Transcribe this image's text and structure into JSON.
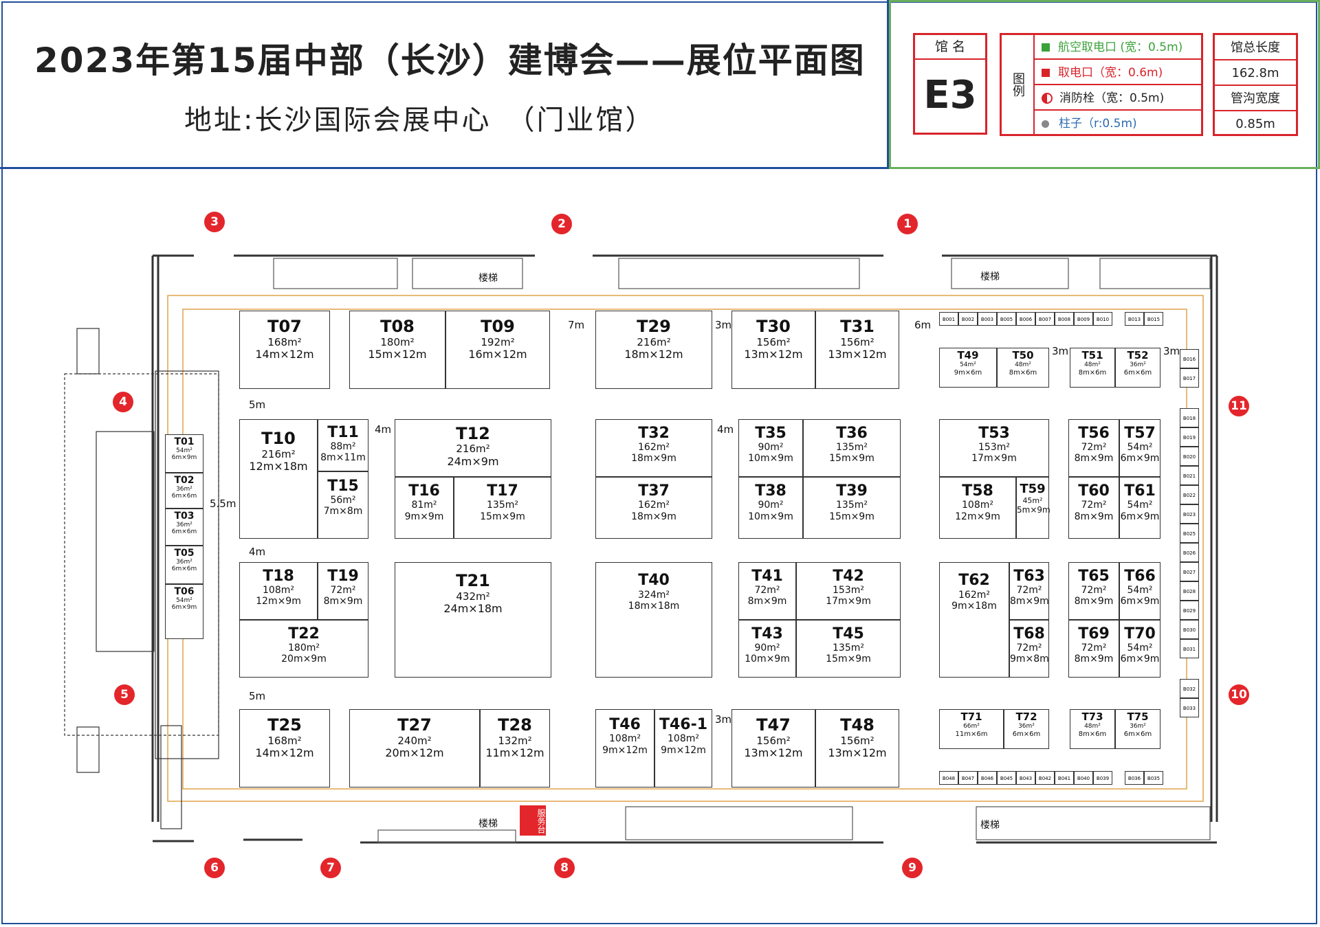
{
  "header": {
    "title": "2023年第15届中部（长沙）建博会——展位平面图",
    "address": "地址:长沙国际会展中心　（门业馆）",
    "hall_label": "馆  名",
    "hall_code": "E3",
    "legend_title": "图例",
    "legend": [
      {
        "icon": "green-square-icon",
        "text": "航空取电口 (宽：0.5m)",
        "color": "#3aa23a"
      },
      {
        "icon": "red-square-icon",
        "text": "取电口（宽：0.6m)",
        "color": "#d8232a"
      },
      {
        "icon": "hydrant-icon",
        "text": "消防栓（宽：0.5m)",
        "color": "#222222"
      },
      {
        "icon": "pillar-icon",
        "text": "柱子（r:0.5m)",
        "color": "#2b6cb0"
      }
    ],
    "stats": [
      {
        "label": "馆总长度",
        "value": "162.8m"
      },
      {
        "label": "管沟宽度",
        "value": "0.85m"
      }
    ]
  },
  "booths": [
    {
      "id": "T07",
      "area": "168m²",
      "dims": "14m×12m"
    },
    {
      "id": "T08",
      "area": "180m²",
      "dims": "15m×12m"
    },
    {
      "id": "T09",
      "area": "192m²",
      "dims": "16m×12m"
    },
    {
      "id": "T29",
      "area": "216m²",
      "dims": "18m×12m"
    },
    {
      "id": "T30",
      "area": "156m²",
      "dims": "13m×12m"
    },
    {
      "id": "T31",
      "area": "156m²",
      "dims": "13m×12m"
    },
    {
      "id": "T49",
      "area": "54m²",
      "dims": "9m×6m"
    },
    {
      "id": "T50",
      "area": "48m²",
      "dims": "8m×6m"
    },
    {
      "id": "T51",
      "area": "48m²",
      "dims": "8m×6m"
    },
    {
      "id": "T52",
      "area": "36m²",
      "dims": "6m×6m"
    },
    {
      "id": "T01",
      "area": "54m²",
      "dims": "6m×9m"
    },
    {
      "id": "T02",
      "area": "36m²",
      "dims": "6m×6m"
    },
    {
      "id": "T03",
      "area": "36m²",
      "dims": "6m×6m"
    },
    {
      "id": "T05",
      "area": "36m²",
      "dims": "6m×6m"
    },
    {
      "id": "T06",
      "area": "54m²",
      "dims": "6m×9m"
    },
    {
      "id": "T10",
      "area": "216m²",
      "dims": "12m×18m"
    },
    {
      "id": "T11",
      "area": "88m²",
      "dims": "8m×11m"
    },
    {
      "id": "T15",
      "area": "56m²",
      "dims": "7m×8m"
    },
    {
      "id": "T12",
      "area": "216m²",
      "dims": "24m×9m"
    },
    {
      "id": "T16",
      "area": "81m²",
      "dims": "9m×9m"
    },
    {
      "id": "T17",
      "area": "135m²",
      "dims": "15m×9m"
    },
    {
      "id": "T32",
      "area": "162m²",
      "dims": "18m×9m"
    },
    {
      "id": "T37",
      "area": "162m²",
      "dims": "18m×9m"
    },
    {
      "id": "T35",
      "area": "90m²",
      "dims": "10m×9m"
    },
    {
      "id": "T36",
      "area": "135m²",
      "dims": "15m×9m"
    },
    {
      "id": "T38",
      "area": "90m²",
      "dims": "10m×9m"
    },
    {
      "id": "T39",
      "area": "135m²",
      "dims": "15m×9m"
    },
    {
      "id": "T53",
      "area": "153m²",
      "dims": "17m×9m"
    },
    {
      "id": "T58",
      "area": "108m²",
      "dims": "12m×9m"
    },
    {
      "id": "T59",
      "area": "45m²",
      "dims": "5m×9m"
    },
    {
      "id": "T56",
      "area": "72m²",
      "dims": "8m×9m"
    },
    {
      "id": "T57",
      "area": "54m²",
      "dims": "6m×9m"
    },
    {
      "id": "T60",
      "area": "72m²",
      "dims": "8m×9m"
    },
    {
      "id": "T61",
      "area": "54m²",
      "dims": "6m×9m"
    },
    {
      "id": "T18",
      "area": "108m²",
      "dims": "12m×9m"
    },
    {
      "id": "T19",
      "area": "72m²",
      "dims": "8m×9m"
    },
    {
      "id": "T22",
      "area": "180m²",
      "dims": "20m×9m"
    },
    {
      "id": "T21",
      "area": "432m²",
      "dims": "24m×18m"
    },
    {
      "id": "T40",
      "area": "324m²",
      "dims": "18m×18m"
    },
    {
      "id": "T41",
      "area": "72m²",
      "dims": "8m×9m"
    },
    {
      "id": "T42",
      "area": "153m²",
      "dims": "17m×9m"
    },
    {
      "id": "T43",
      "area": "90m²",
      "dims": "10m×9m"
    },
    {
      "id": "T45",
      "area": "135m²",
      "dims": "15m×9m"
    },
    {
      "id": "T62",
      "area": "162m²",
      "dims": "9m×18m"
    },
    {
      "id": "T63",
      "area": "72m²",
      "dims": "8m×9m"
    },
    {
      "id": "T68",
      "area": "72m²",
      "dims": "9m×8m"
    },
    {
      "id": "T65",
      "area": "72m²",
      "dims": "8m×9m"
    },
    {
      "id": "T66",
      "area": "54m²",
      "dims": "6m×9m"
    },
    {
      "id": "T69",
      "area": "72m²",
      "dims": "8m×9m"
    },
    {
      "id": "T70",
      "area": "54m²",
      "dims": "6m×9m"
    },
    {
      "id": "T25",
      "area": "168m²",
      "dims": "14m×12m"
    },
    {
      "id": "T27",
      "area": "240m²",
      "dims": "20m×12m"
    },
    {
      "id": "T28",
      "area": "132m²",
      "dims": "11m×12m"
    },
    {
      "id": "T46",
      "area": "108m²",
      "dims": "9m×12m"
    },
    {
      "id": "T46-1",
      "area": "108m²",
      "dims": "9m×12m"
    },
    {
      "id": "T47",
      "area": "156m²",
      "dims": "13m×12m"
    },
    {
      "id": "T48",
      "area": "156m²",
      "dims": "13m×12m"
    },
    {
      "id": "T71",
      "area": "66m²",
      "dims": "11m×6m"
    },
    {
      "id": "T72",
      "area": "36m²",
      "dims": "6m×6m"
    },
    {
      "id": "T73",
      "area": "48m²",
      "dims": "8m×6m"
    },
    {
      "id": "T75",
      "area": "36m²",
      "dims": "6m×6m"
    }
  ],
  "small_top": [
    "B001",
    "B002",
    "B003",
    "B005",
    "B006",
    "B007",
    "B008",
    "B009",
    "B010",
    "B013",
    "B015"
  ],
  "small_right": [
    "B016",
    "B017",
    "B018",
    "B019",
    "B020",
    "B021",
    "B022",
    "B023",
    "B025",
    "B026",
    "B027",
    "B028",
    "B029",
    "B030",
    "B031",
    "B032",
    "B033"
  ],
  "small_bottom": [
    "B048",
    "B047",
    "B046",
    "B045",
    "B043",
    "B042",
    "B041",
    "B040",
    "B039",
    "B036",
    "B035"
  ],
  "aisles": [
    "7m",
    "3m",
    "6m",
    "3m",
    "3m",
    "5m",
    "4m",
    "4m",
    "5.5m",
    "4m",
    "5m",
    "3m"
  ],
  "gates": [
    "1",
    "2",
    "3",
    "4",
    "5",
    "6",
    "7",
    "8",
    "9",
    "10",
    "11"
  ],
  "stairs": [
    "楼梯",
    "楼梯",
    "楼梯",
    "楼梯"
  ],
  "service_desk": "服务台"
}
